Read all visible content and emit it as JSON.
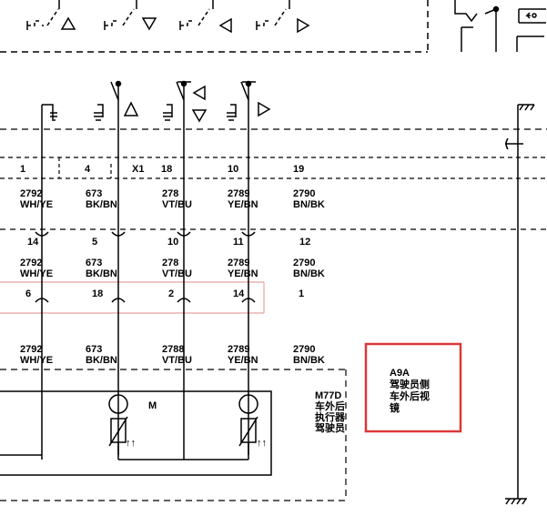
{
  "connector_top": {
    "name": "X1",
    "pins": [
      "1",
      "4",
      "18",
      "10",
      "19"
    ]
  },
  "wires_top": [
    {
      "circuit": "2792",
      "color": "WH/YE"
    },
    {
      "circuit": "673",
      "color": "BK/BN"
    },
    {
      "circuit": "278",
      "color": "VT/BU"
    },
    {
      "circuit": "2789",
      "color": "YE/BN"
    },
    {
      "circuit": "2790",
      "color": "BN/BK"
    }
  ],
  "splice_pins_1": [
    "14",
    "5",
    "10",
    "11",
    "12"
  ],
  "wires_mid": [
    {
      "circuit": "2792",
      "color": "WH/YE"
    },
    {
      "circuit": "673",
      "color": "BK/BN"
    },
    {
      "circuit": "278",
      "color": "VT/BU"
    },
    {
      "circuit": "2789",
      "color": "YE/BN"
    },
    {
      "circuit": "2790",
      "color": "BN/BK"
    }
  ],
  "splice_pins_2": [
    "6",
    "18",
    "2",
    "14",
    "1"
  ],
  "wires_bottom": [
    {
      "circuit": "2792",
      "color": "WH/YE"
    },
    {
      "circuit": "673",
      "color": "BK/BN"
    },
    {
      "circuit": "2788",
      "color": "VT/BU"
    },
    {
      "circuit": "2789",
      "color": "YE/BN"
    },
    {
      "circuit": "2790",
      "color": "BN/BK"
    }
  ],
  "motor_label": "M",
  "module": {
    "id": "M77D",
    "lines": [
      "车外后",
      "执行器",
      "驾驶员"
    ]
  },
  "callout": {
    "id": "A9A",
    "lines": [
      "驾驶员侧",
      "车外后视",
      "镜"
    ],
    "border_color": "#d9383a"
  },
  "colors": {
    "line": "#000000",
    "connector_box": "#e8a0a0"
  }
}
